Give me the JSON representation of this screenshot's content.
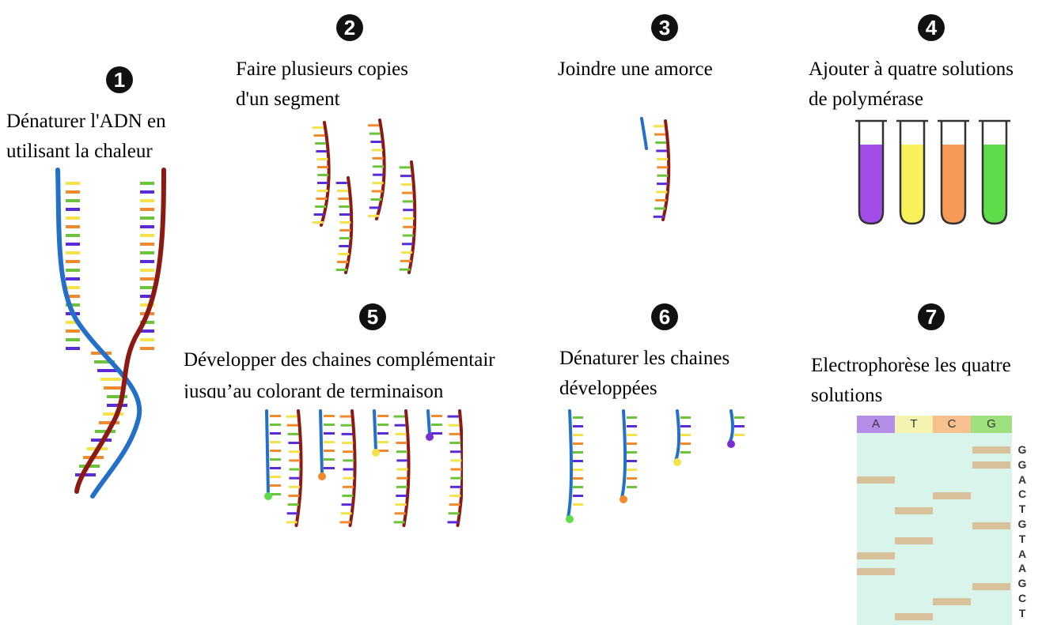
{
  "steps": [
    {
      "number": "1",
      "caption_line1": "Dénaturer l'ADN en",
      "caption_line2": "utilisant la chaleur"
    },
    {
      "number": "2",
      "caption_line1": "Faire plusieurs copies",
      "caption_line2": "d'un segment"
    },
    {
      "number": "3",
      "caption_line1": "Joindre une amorce",
      "caption_line2": ""
    },
    {
      "number": "4",
      "caption_line1": "Ajouter à quatre solutions",
      "caption_line2": "de polymérase"
    },
    {
      "number": "5",
      "caption_line1": "Développer des chaines complémentair",
      "caption_line2": "jusqu’au colorant de terminaison"
    },
    {
      "number": "6",
      "caption_line1": "Dénaturer les chaines",
      "caption_line2": "développées"
    },
    {
      "number": "7",
      "caption_line1": "Electrophorèse les quatre",
      "caption_line2": "solutions"
    }
  ],
  "gel": {
    "lanes": [
      "A",
      "T",
      "C",
      "G"
    ],
    "lane_colors": [
      "#b48ee6",
      "#f5f3b0",
      "#f6c18e",
      "#9fe07e"
    ],
    "sequence": [
      "G",
      "G",
      "A",
      "C",
      "T",
      "G",
      "T",
      "A",
      "A",
      "G",
      "C",
      "T"
    ]
  },
  "tubes": {
    "colors": [
      "#a24de8",
      "#f7f25a",
      "#f79a58",
      "#5fdc4a"
    ]
  },
  "colors": {
    "strand_blue": "#2470c9",
    "strand_red": "#8b1a12",
    "base_colors": [
      "#f3e24a",
      "#f08a2a",
      "#6cc43a",
      "#5a2bd6"
    ]
  }
}
